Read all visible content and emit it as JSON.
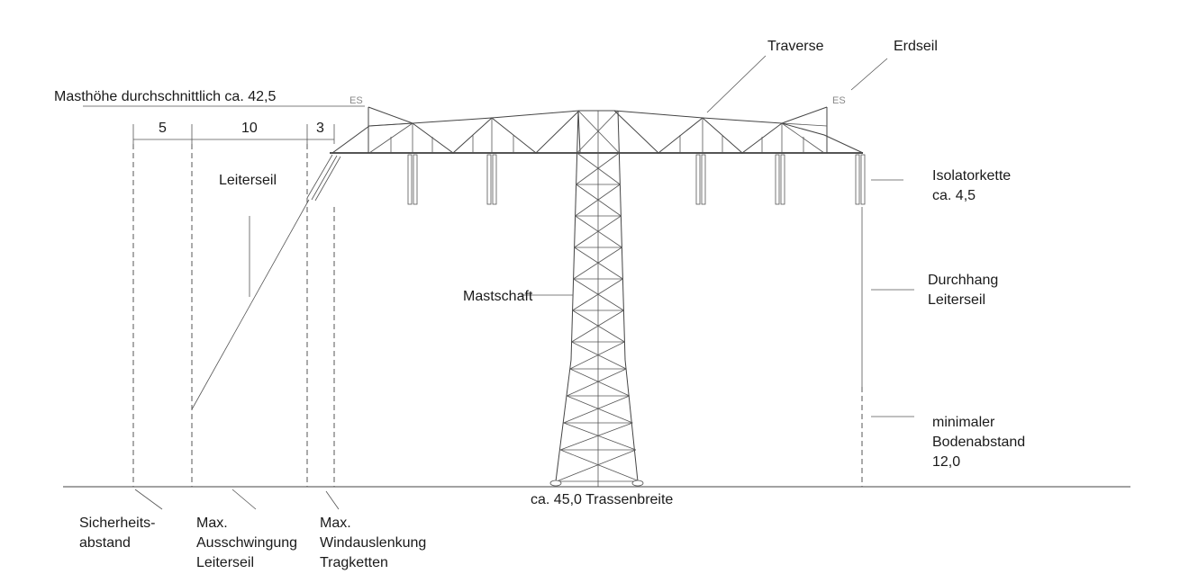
{
  "labels": {
    "mast_height": "Masthöhe durchschnittlich ca.  42,5",
    "traverse": "Traverse",
    "earth_wire": "Erdseil",
    "es_left": "ES",
    "es_right": "ES",
    "dim_1": "5",
    "dim_2": "10",
    "dim_3": "3",
    "conductor": "Leiterseil",
    "insulator_line1": "Isolatorkette",
    "insulator_line2": "ca. 4,5",
    "sag_line1": "Durchhang",
    "sag_line2": "Leiterseil",
    "shaft": "Mastschaft",
    "clearance_line1": "minimaler",
    "clearance_line2": "Bodenabstand",
    "clearance_line3": "12,0",
    "corridor": "ca. 45,0 Trassenbreite",
    "safety_line1": "Sicherheits-",
    "safety_line2": "abstand",
    "swing_line1": "Max.",
    "swing_line2": "Ausschwingung",
    "swing_line3": "Leiterseil",
    "wind_line1": "Max.",
    "wind_line2": "Windauslenkung",
    "wind_line3": "Tragketten"
  }
}
